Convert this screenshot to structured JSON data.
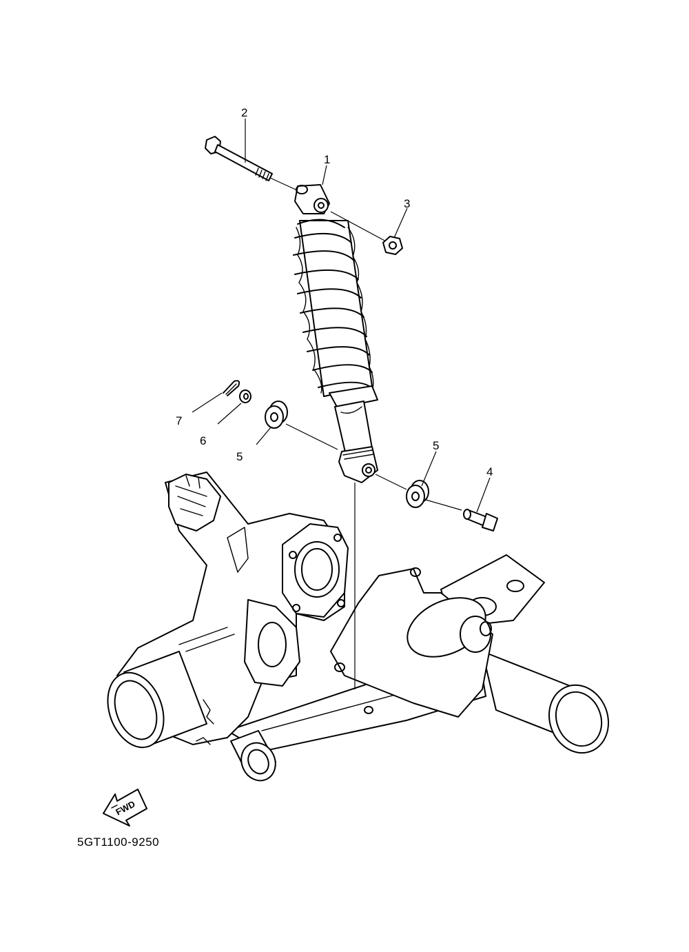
{
  "callouts": {
    "c1": "1",
    "c2": "2",
    "c3": "3",
    "c4": "4",
    "c5a": "5",
    "c5b": "5",
    "c6": "6",
    "c7": "7"
  },
  "fwd_arrow": {
    "label": "FWD",
    "icon": "fwd-arrow-icon"
  },
  "diagram_code": "5GT1100-9250"
}
